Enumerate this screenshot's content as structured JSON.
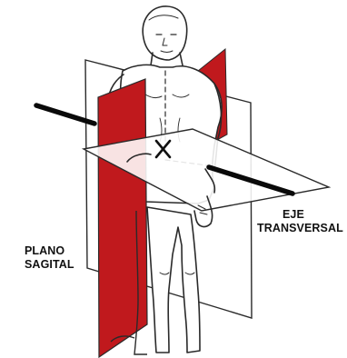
{
  "labels": {
    "axis_line1": "EJE",
    "axis_line2": "TRANSVERSAL",
    "plane_line1": "PLANO",
    "plane_line2": "SAGITAL"
  },
  "colors": {
    "sagittal_plane": "#c0191d",
    "axis": "#0a0a0a",
    "outline": "#2a2a2a",
    "background": "#ffffff"
  },
  "markers": {
    "center_mark": "X"
  }
}
